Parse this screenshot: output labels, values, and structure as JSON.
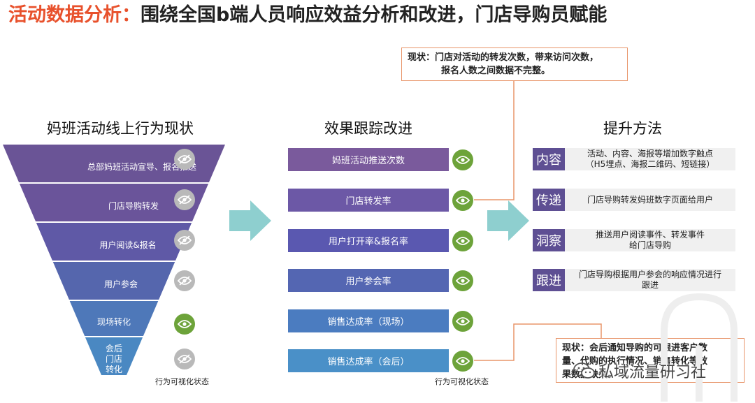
{
  "title": {
    "accent": "活动数据分析：",
    "main": "围绕全国b端人员响应效益分析和改进，门店导购员赋能"
  },
  "sections": {
    "funnel_heading": "妈班活动线上行为现状",
    "tracking_heading": "效果跟踪改进",
    "methods_heading": "提升方法"
  },
  "funnel": {
    "layers": [
      {
        "label": "总部妈班活动宣导、报名推送",
        "state": "hidden",
        "color": "#6a5496"
      },
      {
        "label": "门店导购转发",
        "state": "hidden",
        "color": "#6a549a"
      },
      {
        "label": "用户阅读&报名",
        "state": "hidden",
        "color": "#5f59a6"
      },
      {
        "label": "用户参会",
        "state": "hidden",
        "color": "#5566ad"
      },
      {
        "label": "现场转化",
        "state": "visible",
        "color": "#4e78b9"
      },
      {
        "label": [
          "会后",
          "门店",
          "转化"
        ],
        "state": "hidden",
        "color": "#4a88c2"
      }
    ],
    "caption": "行为可视化状态"
  },
  "tracking": {
    "items": [
      {
        "label": "妈班活动推送次数",
        "color": "#7a5a9c"
      },
      {
        "label": "门店转发率",
        "color": "#6c58a6"
      },
      {
        "label": "用户打开率&报名率",
        "color": "#5a58b0"
      },
      {
        "label": "用户参会率",
        "color": "#5466b2"
      },
      {
        "label": "销售达成率（现场）",
        "color": "#4b7cc0"
      },
      {
        "label": "销售达成率（会后）",
        "color": "#4a90c8"
      }
    ],
    "caption": "行为可视化状态"
  },
  "methods": [
    {
      "tag": "内容",
      "text": [
        "活动、内容、海报等增加数字触点",
        "（H5埋点、海报二维码、短链接）"
      ]
    },
    {
      "tag": "传递",
      "text": [
        "门店导购转发妈班数字页面给用户"
      ]
    },
    {
      "tag": "洞察",
      "text": [
        "推送用户阅读事件、转发事件",
        "给门店导购"
      ]
    },
    {
      "tag": "跟进",
      "text": [
        "门店导购根据用户参会的响应情况进行",
        "跟进"
      ]
    }
  ],
  "notes": {
    "top": [
      "现状：门店对活动的转发次数，带来访问次数，",
      "报名人数之间数据不完整。"
    ],
    "bottom": [
      "现状：会后通知导购的可跟进客户数",
      "量、代购的执行情况、销售转化等效",
      "果数据缺失。"
    ]
  },
  "watermark": "私域流量研习社",
  "colors": {
    "accent": "#e8512c",
    "arrow": "#8ecfcf",
    "eye_visible": "#6da33a",
    "eye_hidden": "#b9b9b9",
    "method_tag": "#5e4f93",
    "note_border": "#e8956a"
  }
}
